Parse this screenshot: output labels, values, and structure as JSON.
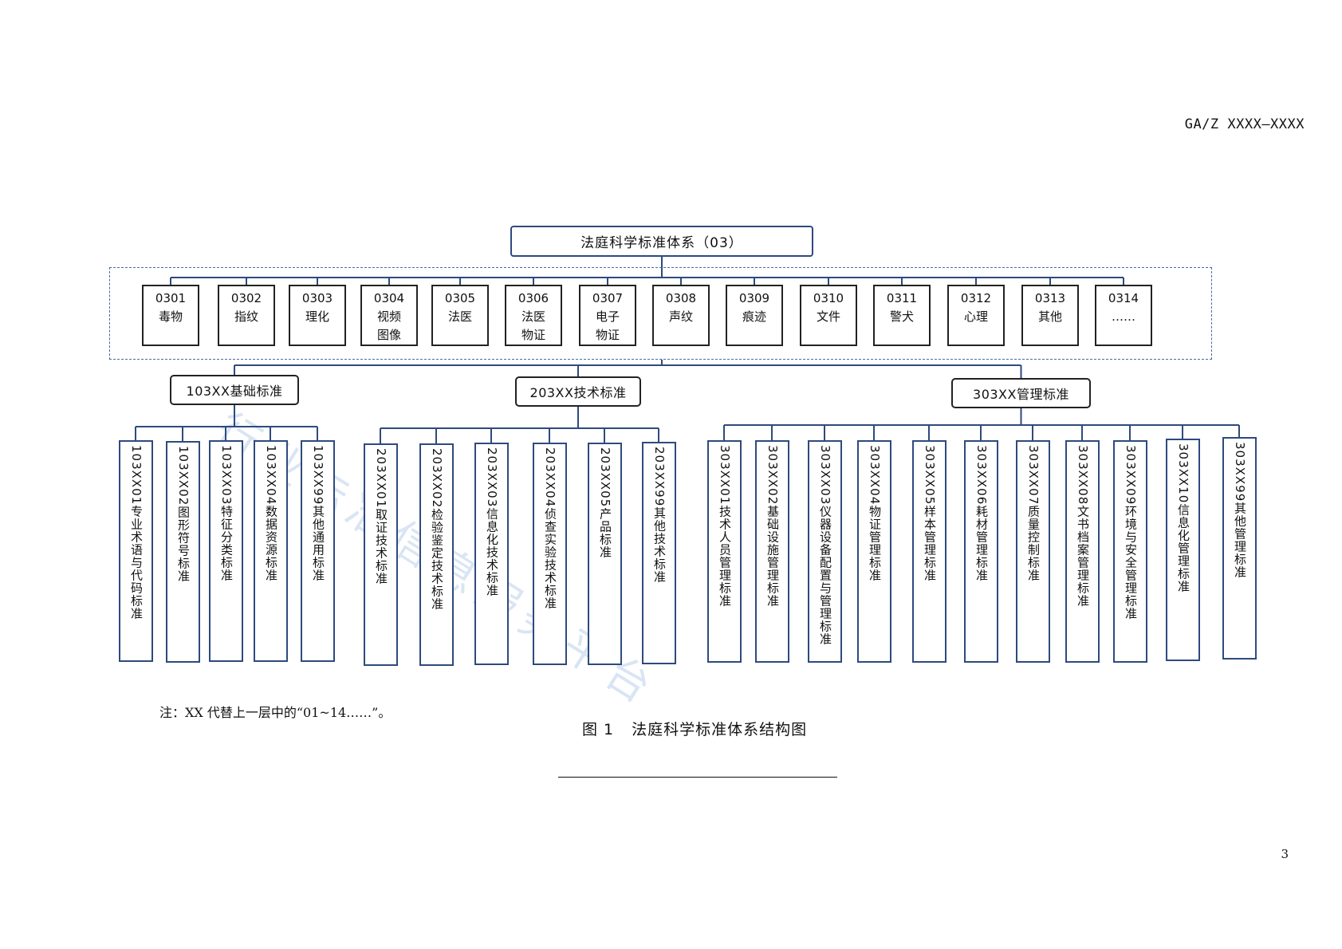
{
  "header": {
    "code": "GA/Z XXXX—XXXX"
  },
  "page_number": "3",
  "root": {
    "label": "法庭科学标准体系（03）"
  },
  "categories": [
    {
      "code": "0301",
      "lines": [
        "毒物"
      ]
    },
    {
      "code": "0302",
      "lines": [
        "指纹"
      ]
    },
    {
      "code": "0303",
      "lines": [
        "理化"
      ]
    },
    {
      "code": "0304",
      "lines": [
        "视频",
        "图像"
      ]
    },
    {
      "code": "0305",
      "lines": [
        "法医"
      ]
    },
    {
      "code": "0306",
      "lines": [
        "法医",
        "物证"
      ]
    },
    {
      "code": "0307",
      "lines": [
        "电子",
        "物证"
      ]
    },
    {
      "code": "0308",
      "lines": [
        "声纹"
      ]
    },
    {
      "code": "0309",
      "lines": [
        "痕迹"
      ]
    },
    {
      "code": "0310",
      "lines": [
        "文件"
      ]
    },
    {
      "code": "0311",
      "lines": [
        "警犬"
      ]
    },
    {
      "code": "0312",
      "lines": [
        "心理"
      ]
    },
    {
      "code": "0313",
      "lines": [
        "其他"
      ]
    },
    {
      "code": "0314",
      "lines": [
        "……"
      ]
    }
  ],
  "branches": [
    {
      "label": "103XX基础标准",
      "leaves": [
        "103XX01专业术语与代码标准",
        "103XX02图形符号标准",
        "103XX03特征分类标准",
        "103XX04数据资源标准",
        "103XX99其他通用标准"
      ]
    },
    {
      "label": "203XX技术标准",
      "leaves": [
        "203XX01取证技术标准",
        "203XX02检验鉴定技术标准",
        "203XX03信息化技术标准",
        "203XX04侦查实验技术标准",
        "203XX05产品标准",
        "203XX99其他技术标准"
      ]
    },
    {
      "label": "303XX管理标准",
      "leaves": [
        "303XX01技术人员管理标准",
        "303XX02基础设施管理标准",
        "303XX03仪器设备配置与管理标准",
        "303XX04物证管理标准",
        "303XX05样本管理标准",
        "303XX06耗材管理标准",
        "303XX07质量控制标准",
        "303XX08文书档案管理标准",
        "303XX09环境与安全管理标准",
        "303XX10信息化管理标准",
        "303XX99其他管理标准"
      ]
    }
  ],
  "note": "注：XX 代替上一层中的“01~14……”。",
  "caption": {
    "figure": "图 1",
    "title": "法庭科学标准体系结构图"
  },
  "watermark": "行业标准信息服务平台",
  "colors": {
    "line": "#2e4a7e",
    "frame": "#4a6aa8"
  }
}
